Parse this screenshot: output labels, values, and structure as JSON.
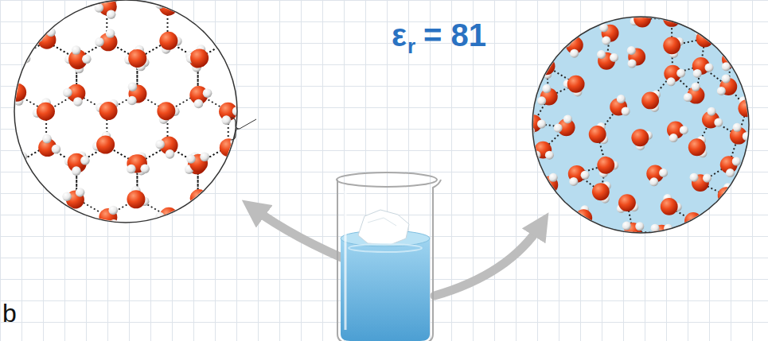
{
  "diagram": {
    "labels": [
      "ε",
      "r",
      "= 81",
      "b"
    ]
  }
}
